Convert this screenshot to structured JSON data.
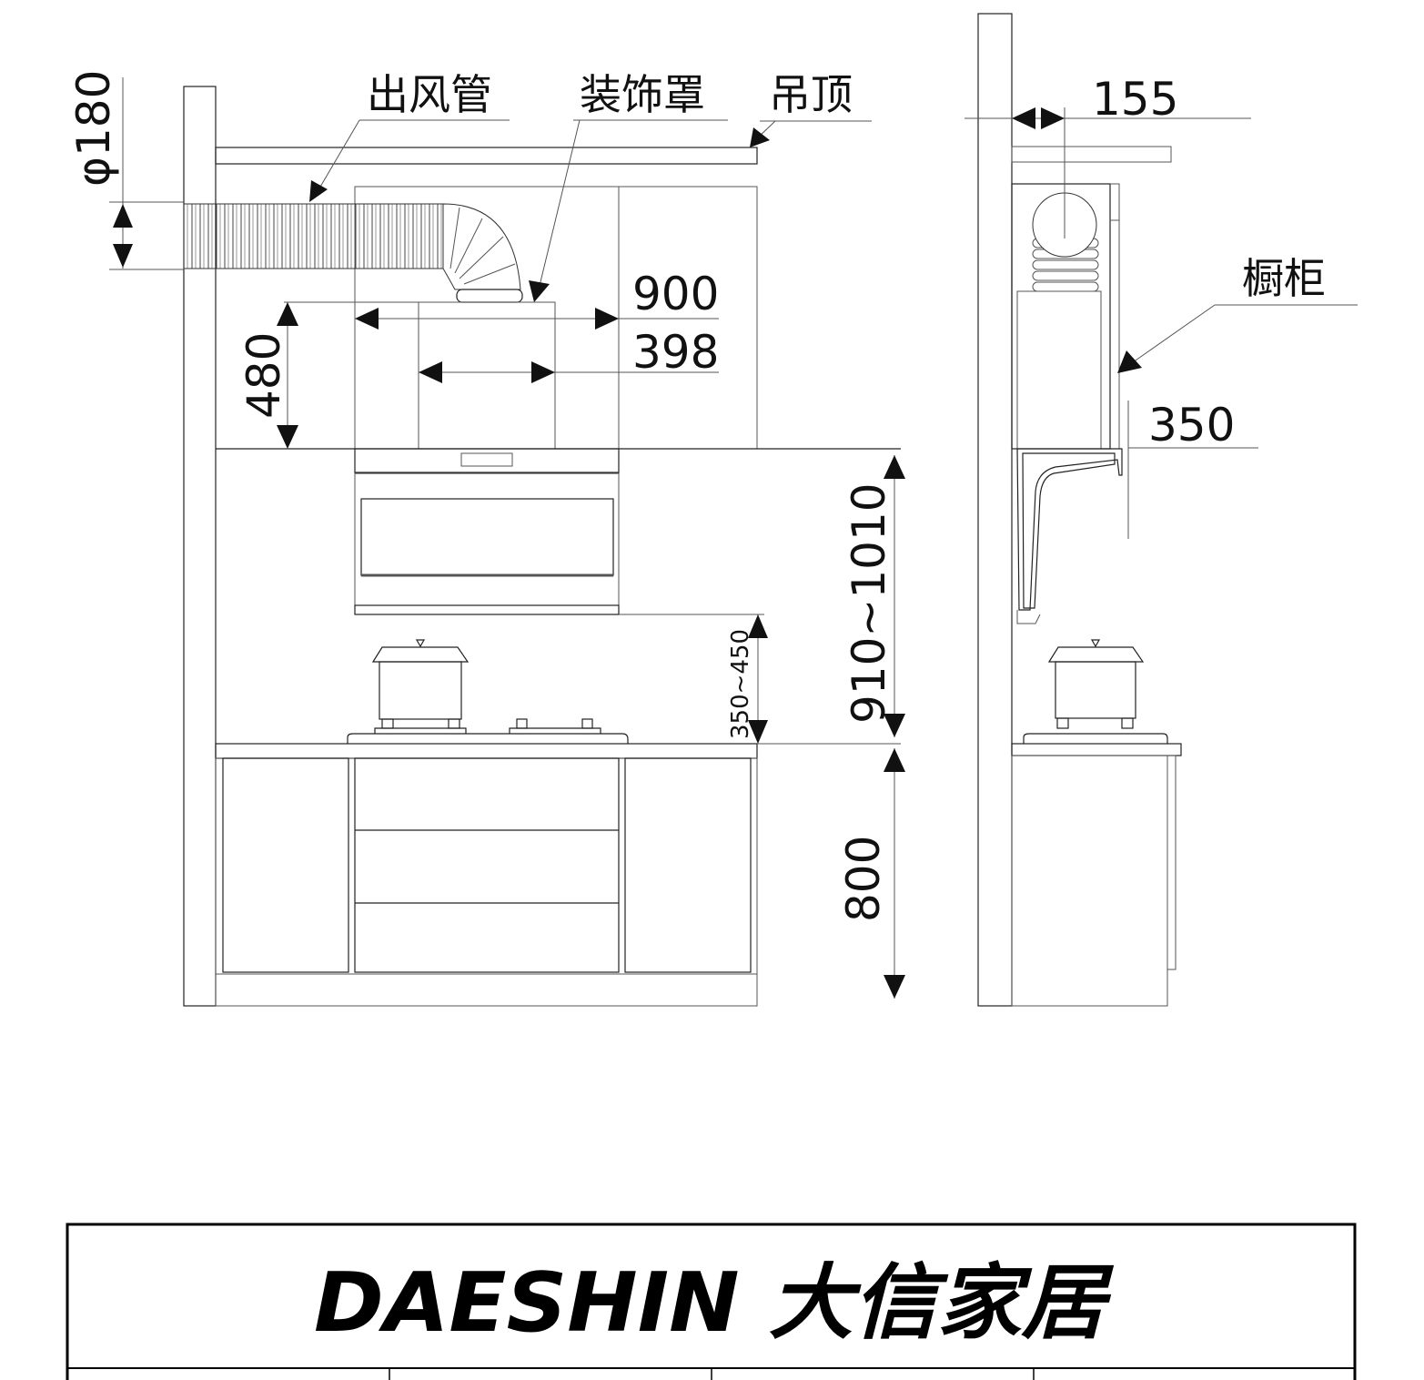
{
  "labels": {
    "duct": "出风管",
    "cover": "装饰罩",
    "ceiling": "吊顶",
    "cabinet": "橱柜"
  },
  "dimensions": {
    "duct_diameter": "φ180",
    "hood_width": "900",
    "cover_width": "398",
    "cover_height": "480",
    "hood_to_floor": "910~1010",
    "hood_to_stove": "350~450",
    "counter_height": "800",
    "side_depth": "155",
    "hood_depth": "350"
  },
  "title_block": {
    "brand": "DAESHIN 大信家居"
  }
}
